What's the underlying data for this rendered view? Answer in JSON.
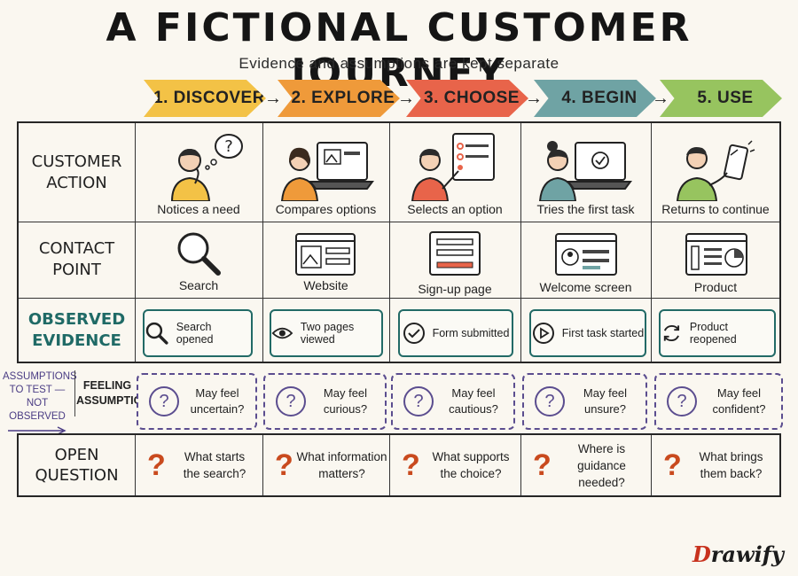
{
  "title": "A FICTIONAL CUSTOMER JOURNEY",
  "subtitle": "Evidence and assumptions are kept separate",
  "colors": {
    "discover": "#f3c246",
    "explore": "#ef9a3a",
    "choose": "#e8644a",
    "begin": "#6fa3a4",
    "use": "#97c45f",
    "teal": "#226a66",
    "purple": "#5b4d8f",
    "red": "#c94a1e"
  },
  "stages": [
    {
      "label": "1. DISCOVER"
    },
    {
      "label": "2. EXPLORE"
    },
    {
      "label": "3. CHOOSE"
    },
    {
      "label": "4. BEGIN"
    },
    {
      "label": "5. USE"
    }
  ],
  "rows": {
    "action": {
      "label1": "CUSTOMER",
      "label2": "ACTION"
    },
    "contact": {
      "label1": "CONTACT",
      "label2": "POINT"
    },
    "evidence": {
      "label1": "OBSERVED",
      "label2": "EVIDENCE"
    }
  },
  "actions": [
    {
      "caption": "Notices a need",
      "icon": "thinking-person-icon"
    },
    {
      "caption": "Compares options",
      "icon": "laptop-person-icon"
    },
    {
      "caption": "Selects an option",
      "icon": "checklist-person-icon"
    },
    {
      "caption": "Tries the first task",
      "icon": "laptop-check-person-icon"
    },
    {
      "caption": "Returns to continue",
      "icon": "phone-person-icon"
    }
  ],
  "contacts": [
    {
      "caption": "Search",
      "icon": "magnifier-icon"
    },
    {
      "caption": "Website",
      "icon": "browser-icon"
    },
    {
      "caption": "Sign-up page",
      "icon": "form-icon"
    },
    {
      "caption": "Welcome screen",
      "icon": "profile-screen-icon"
    },
    {
      "caption": "Product",
      "icon": "dashboard-icon"
    }
  ],
  "evidence": [
    {
      "text": "Search opened",
      "icon": "search-icon"
    },
    {
      "text": "Two pages viewed",
      "icon": "eye-icon"
    },
    {
      "text": "Form submitted",
      "icon": "check-circle-icon"
    },
    {
      "text": "First task started",
      "icon": "play-icon"
    },
    {
      "text": "Product reopened",
      "icon": "refresh-icon"
    }
  ],
  "assumptions": {
    "side_line1": "ASSUMPTIONS",
    "side_line2": "TO TEST —",
    "side_line3": "NOT OBSERVED",
    "row_label1": "FEELING",
    "row_label2": "ASSUMPTION",
    "items": [
      {
        "line1": "May feel",
        "line2": "uncertain?"
      },
      {
        "line1": "May feel",
        "line2": "curious?"
      },
      {
        "line1": "May feel",
        "line2": "cautious?"
      },
      {
        "line1": "May feel",
        "line2": "unsure?"
      },
      {
        "line1": "May feel",
        "line2": "confident?"
      }
    ]
  },
  "open_question": {
    "label1": "OPEN",
    "label2": "QUESTION",
    "items": [
      {
        "line1": "What starts",
        "line2": "the search?"
      },
      {
        "line1": "What information",
        "line2": "matters?"
      },
      {
        "line1": "What supports",
        "line2": "the choice?"
      },
      {
        "line1": "Where is",
        "line2": "guidance needed?"
      },
      {
        "line1": "What brings",
        "line2": "them back?"
      }
    ]
  },
  "brand": {
    "first": "D",
    "rest": "rawify"
  }
}
